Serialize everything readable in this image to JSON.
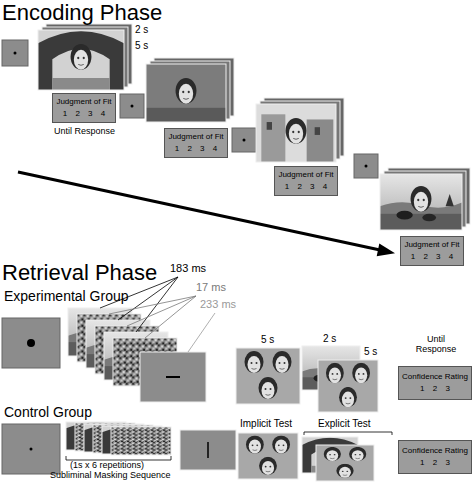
{
  "diagram": {
    "nodes": [
      {
        "text": [
          "Judgment of Fit",
          "1 2 3 4"
        ]
      },
      {
        "text": [
          "Judgment of Fit",
          "1 2 3 4"
        ]
      },
      {
        "text": [
          "Judgment of Fit",
          "1 2 3 4"
        ]
      },
      {
        "text": [
          "Judgment of Fit",
          "1 2 3 4"
        ]
      },
      {
        "text": [
          "Confidence Rating",
          "1 2 3"
        ]
      },
      {
        "text": [
          "Confidence Rating",
          "1 2 3"
        ]
      }
    ],
    "labels": [
      "Encoding Phase",
      "2 s",
      "5 s",
      "Until Response",
      "Retrieval Phase",
      "Experimental Group",
      "183 ms",
      "17 ms",
      "233 ms",
      "5 s",
      "2 s",
      "5 s",
      "Until Response",
      "Control Group",
      "Implicit Test",
      "Explicit Test",
      "(1s x 6 repetitions)",
      "Subliminal Masking Sequence"
    ]
  }
}
